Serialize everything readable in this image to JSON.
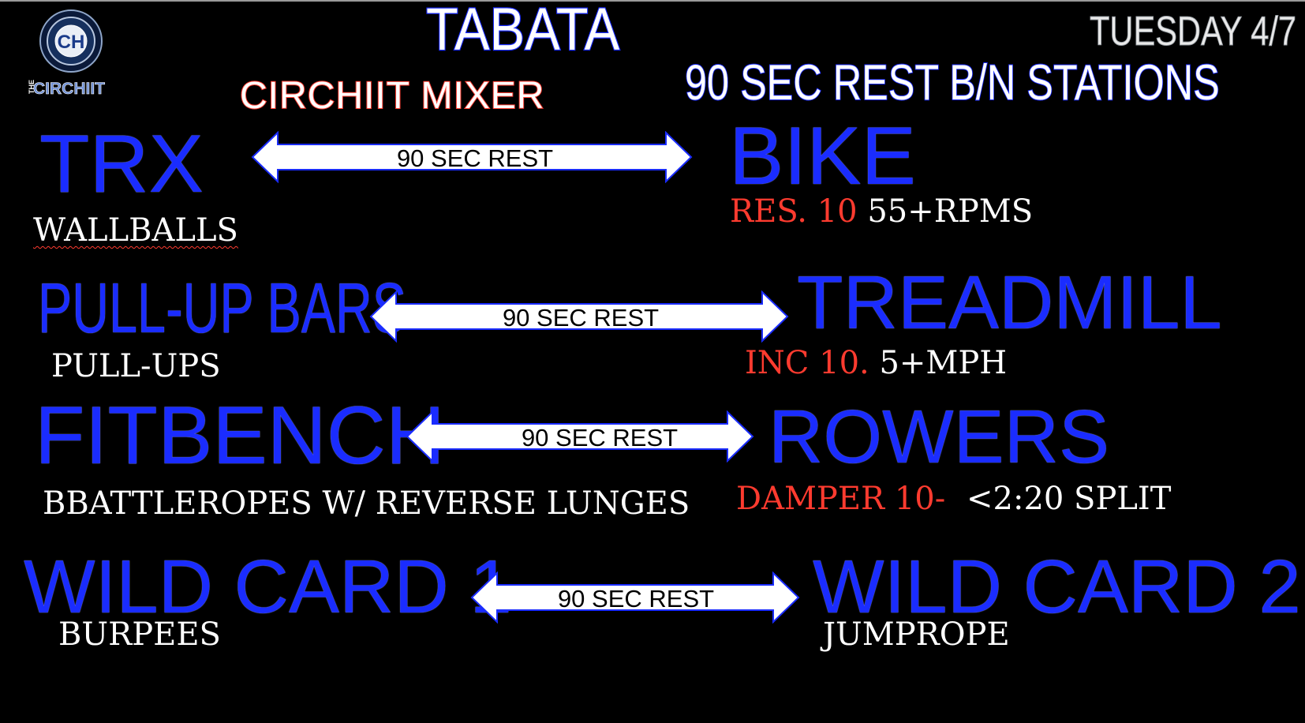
{
  "header": {
    "title": "TABATA",
    "subtitle": "CIRCHIIT MIXER",
    "rest_note": "90 SEC REST B/N STATIONS",
    "date": "TUESDAY 4/7"
  },
  "logo": {
    "badge": "CH",
    "prefix": "THE",
    "name": "CIRCHIIT"
  },
  "stations": [
    {
      "left": {
        "name": "TRX",
        "exercise": "WALLBALLS"
      },
      "arrow": "90 SEC REST",
      "right": {
        "name": "BIKE",
        "setting": "RES. 10",
        "target": "55+RPMS"
      }
    },
    {
      "left": {
        "name": "PULL-UP BARS",
        "exercise": "PULL-UPS"
      },
      "arrow": "90 SEC REST",
      "right": {
        "name": "TREADMILL",
        "setting": "INC 10.",
        "target": "5+MPH"
      }
    },
    {
      "left": {
        "name": "FITBENCH",
        "exercise": "BBATTLEROPES W/ REVERSE LUNGES"
      },
      "arrow": "90 SEC REST",
      "right": {
        "name": "ROWERS",
        "setting": "DAMPER 10-",
        "target": "<2:20 SPLIT"
      }
    },
    {
      "left": {
        "name": "WILD CARD 1",
        "exercise": "BURPEES"
      },
      "arrow": "90 SEC REST",
      "right": {
        "name": "WILD CARD 2",
        "exercise": "JUMPROPE"
      }
    }
  ],
  "colors": {
    "blue": "#1a2cff",
    "red": "#ff3b2f",
    "background": "#000000"
  },
  "icons": [
    "circhiit-logo"
  ]
}
